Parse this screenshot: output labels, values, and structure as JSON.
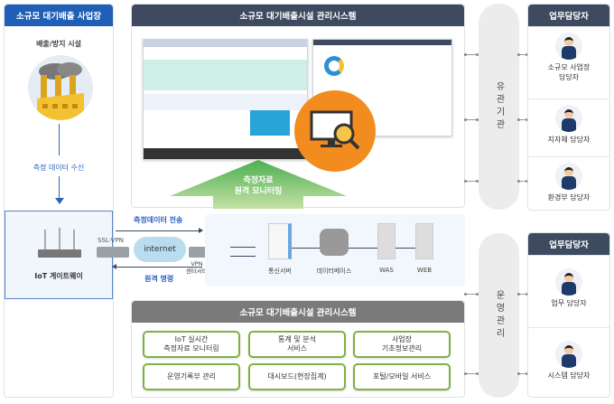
{
  "site": {
    "title": "소규모 대기배출 사업장",
    "facility": "배출/방지 시설",
    "receive": "측정 데이터 수신",
    "gateway": "IoT 게이트웨이"
  },
  "system_top": {
    "title": "소규모 대기배출시설 관리시스템",
    "monitor_line1": "측정자료",
    "monitor_line2": "원격 모니터링"
  },
  "network": {
    "send": "측정데이터 전송",
    "ssl_vpn": "SSL-VPN",
    "internet": "internet",
    "vpn_line1": "VPN",
    "vpn_line2": "센터서버",
    "command": "원격 명령",
    "servers": [
      "통신서버",
      "데이터베이스",
      "WAS",
      "WEB"
    ]
  },
  "system_bottom": {
    "title": "소규모 대기배출시설 관리시스템",
    "services": [
      "IoT 실시간\n측정자료 모니터링",
      "통계 및 분석\n서비스",
      "사업장\n기초정보관리",
      "운영기록부 관리",
      "대시보드(현장집계)",
      "포털/모바일 서비스"
    ]
  },
  "groups": [
    {
      "label": "유관기관"
    },
    {
      "label": "운영관리"
    }
  ],
  "staff_panels": [
    {
      "title": "업무담당자",
      "people": [
        "소규모 사업장\n담당자",
        "지자체 담당자",
        "환경부 담당자"
      ]
    },
    {
      "title": "업무담당자",
      "people": [
        "업무 담당자",
        "시스템 담당자"
      ]
    }
  ],
  "colors": {
    "blue": "#1f5fb5",
    "navy": "#3d4a5f",
    "green": "#7cb342",
    "orange": "#f28c1e"
  }
}
